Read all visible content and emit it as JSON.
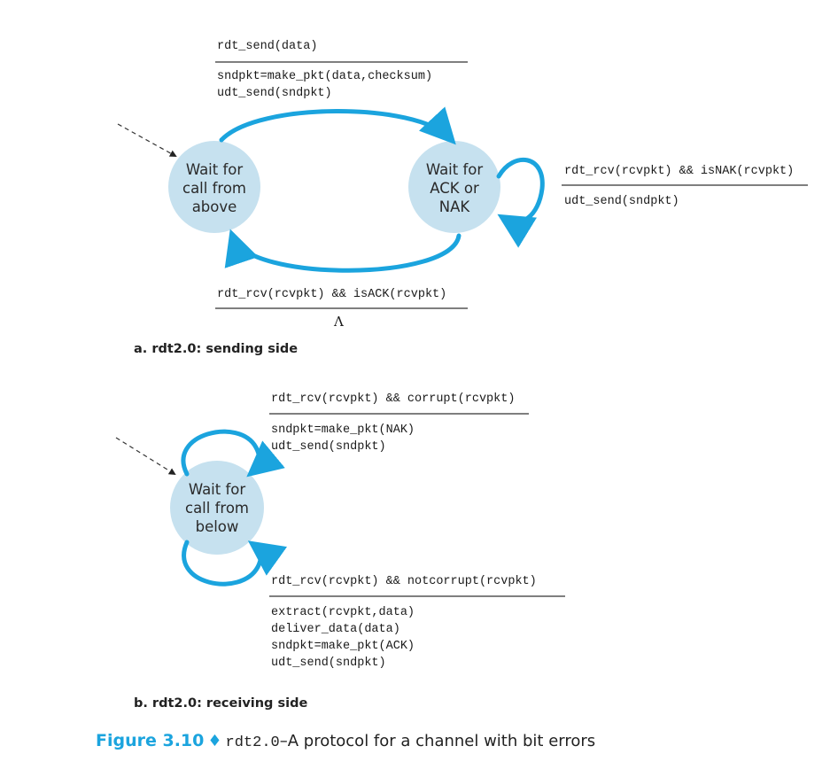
{
  "colors": {
    "accent": "#1ba4de",
    "state_fill": "#c6e1ef",
    "text": "#1a1a1a"
  },
  "sending": {
    "states": {
      "wait_call_above": [
        "Wait for",
        "call from",
        "above"
      ],
      "wait_ack_nak": [
        "Wait for",
        "ACK or",
        "NAK"
      ]
    },
    "t_send": {
      "event": "rdt_send(data)",
      "actions": [
        "sndpkt=make_pkt(data,checksum)",
        "udt_send(sndpkt)"
      ]
    },
    "t_nak": {
      "event": "rdt_rcv(rcvpkt) && isNAK(rcvpkt)",
      "actions": [
        "udt_send(sndpkt)"
      ]
    },
    "t_ack": {
      "event": "rdt_rcv(rcvpkt) && isACK(rcvpkt)",
      "actions": [
        "Λ"
      ]
    },
    "caption": "a. rdt2.0: sending side"
  },
  "receiving": {
    "states": {
      "wait_call_below": [
        "Wait for",
        "call from",
        "below"
      ]
    },
    "t_corrupt": {
      "event": "rdt_rcv(rcvpkt) && corrupt(rcvpkt)",
      "actions": [
        "sndpkt=make_pkt(NAK)",
        "udt_send(sndpkt)"
      ]
    },
    "t_notcorrupt": {
      "event": "rdt_rcv(rcvpkt) && notcorrupt(rcvpkt)",
      "actions": [
        "extract(rcvpkt,data)",
        "deliver_data(data)",
        "sndpkt=make_pkt(ACK)",
        "udt_send(sndpkt)"
      ]
    },
    "caption": "b. rdt2.0: receiving side"
  },
  "figure": {
    "number": "Figure 3.10",
    "separator": "♦",
    "code": "rdt2.0",
    "title": "–A protocol for a channel with bit errors"
  }
}
